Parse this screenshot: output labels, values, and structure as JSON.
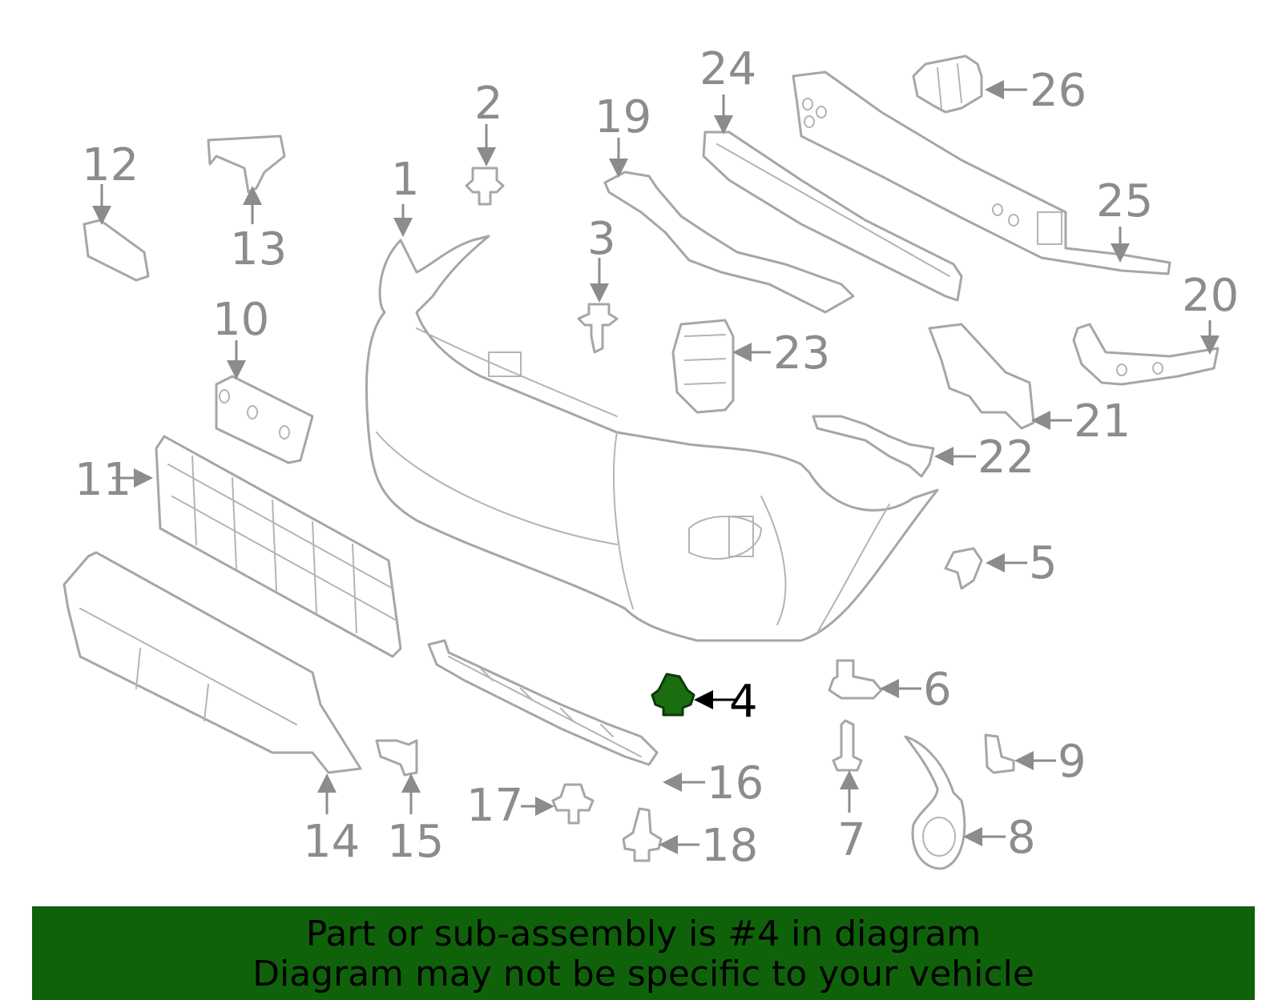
{
  "callouts": [
    "1",
    "2",
    "3",
    "4",
    "5",
    "6",
    "7",
    "8",
    "9",
    "10",
    "11",
    "12",
    "13",
    "14",
    "15",
    "16",
    "17",
    "18",
    "19",
    "20",
    "21",
    "22",
    "23",
    "24",
    "25",
    "26"
  ],
  "highlighted_part": "4",
  "colors": {
    "banner": "#0f620a",
    "highlight": "#1a6e10",
    "line": "#a6a6a6",
    "label": "#8c8c8c"
  },
  "banner": {
    "line1": "Part or sub-assembly is #4 in diagram",
    "line2": "Diagram may not be specific to your vehicle"
  }
}
